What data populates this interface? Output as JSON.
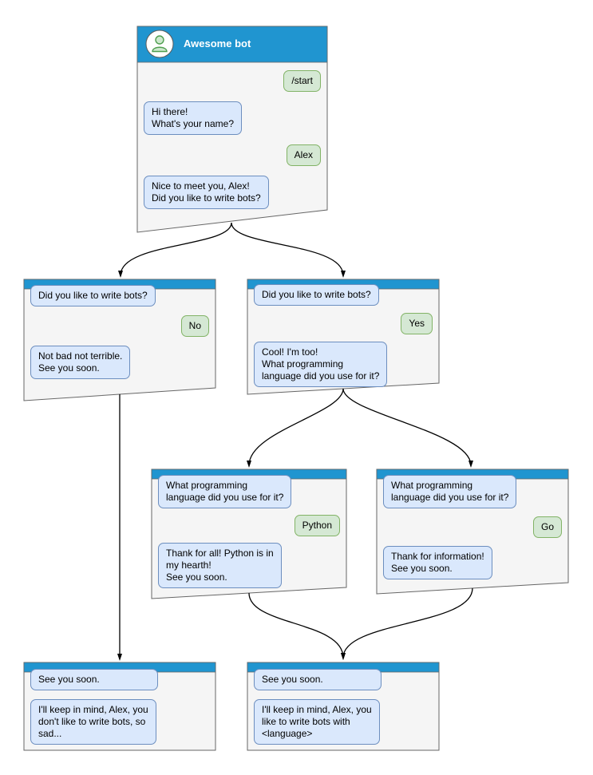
{
  "nodes": {
    "root": {
      "title": "Awesome bot",
      "messages": [
        {
          "from": "user",
          "text": "/start"
        },
        {
          "from": "bot",
          "text": "Hi there!\nWhat's your name?"
        },
        {
          "from": "user",
          "text": "Alex"
        },
        {
          "from": "bot",
          "text": "Nice to meet you, Alex!\nDid you like to write bots?"
        }
      ]
    },
    "branch_no": {
      "messages": [
        {
          "from": "bot",
          "text": "Did you like to write bots?"
        },
        {
          "from": "user",
          "text": "No"
        },
        {
          "from": "bot",
          "text": "Not bad not terrible.\nSee you soon."
        }
      ]
    },
    "branch_yes": {
      "messages": [
        {
          "from": "bot",
          "text": "Did you like to write bots?"
        },
        {
          "from": "user",
          "text": "Yes"
        },
        {
          "from": "bot",
          "text": "Cool! I'm too!\nWhat programming\nlanguage did you use for it?"
        }
      ]
    },
    "branch_python": {
      "messages": [
        {
          "from": "bot",
          "text": "What programming\nlanguage did you use for it?"
        },
        {
          "from": "user",
          "text": "Python"
        },
        {
          "from": "bot",
          "text": "Thank for all! Python is in\nmy hearth!\nSee you soon."
        }
      ]
    },
    "branch_go": {
      "messages": [
        {
          "from": "bot",
          "text": "What programming\nlanguage did you use for it?"
        },
        {
          "from": "user",
          "text": "Go"
        },
        {
          "from": "bot",
          "text": "Thank for information!\nSee you soon."
        }
      ]
    },
    "end_no": {
      "messages": [
        {
          "from": "bot",
          "text": "See you soon."
        },
        {
          "from": "bot",
          "text": "I'll keep in mind, Alex, you\ndon't like to write bots, so\nsad..."
        }
      ]
    },
    "end_yes": {
      "messages": [
        {
          "from": "bot",
          "text": "See you soon."
        },
        {
          "from": "bot",
          "text": "I'll keep in mind, Alex, you\nlike to write bots with\n<language>"
        }
      ]
    }
  },
  "colors": {
    "header_blue": "#2095d0",
    "node_fill": "#f5f5f5",
    "node_border": "#666666",
    "bot_bubble_fill": "#dae8fc",
    "bot_bubble_border": "#6c8ebf",
    "user_bubble_fill": "#d5e8d4",
    "user_bubble_border": "#82b366",
    "arrow_color": "#000000"
  }
}
